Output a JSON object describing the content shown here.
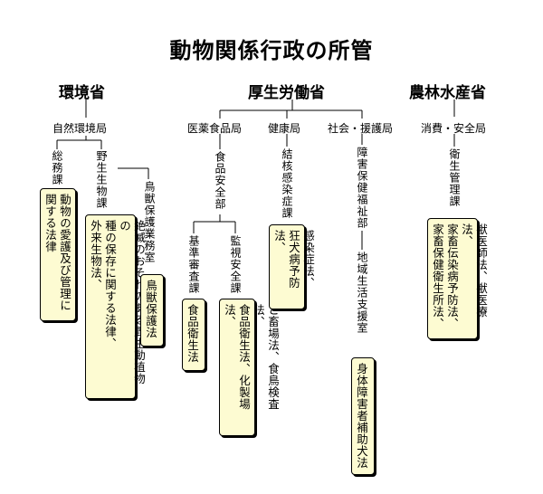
{
  "title": "動物関係行政の所管",
  "ministries": {
    "env": {
      "name": "環境省",
      "bureau": "自然環境局",
      "divisions": {
        "somu": {
          "name": "総務課",
          "law": "動物の愛護及び管理に\n関する法律"
        },
        "yasei": {
          "name": "野生生物課",
          "law": "絶滅のおそれのある野生動植物の\n種の保存に関する法律、\n外来生物法、"
        },
        "chouju": {
          "name": "鳥獣保護業務室",
          "law": "鳥獣保護法"
        }
      }
    },
    "mhlw": {
      "name": "厚生労働省",
      "bureaus": {
        "iyaku": {
          "name": "医薬食品局",
          "dept": "食品安全部",
          "divisions": {
            "kijun": {
              "name": "基準審査課",
              "law": "食品衛生法"
            },
            "kanshi": {
              "name": "監視安全課",
              "law": "と畜場法、食鳥検査法、\n食品衛生法、化製場法、"
            }
          }
        },
        "kenko": {
          "name": "健康局",
          "division": {
            "name": "結核感染症課",
            "law": "感染症法、\n狂犬病予防法、"
          }
        },
        "shakai": {
          "name": "社会・援護局",
          "dept": "障害保健福祉部",
          "division": {
            "name": "地域生活支援室",
            "law": "身体障害者補助犬法"
          }
        }
      }
    },
    "maff": {
      "name": "農林水産省",
      "bureau": "消費・安全局",
      "division": {
        "name": "衛生管理課",
        "law": "獣医師法、獣医療法、\n家畜伝染病予防法、\n家畜保健衛生所法、"
      }
    }
  }
}
